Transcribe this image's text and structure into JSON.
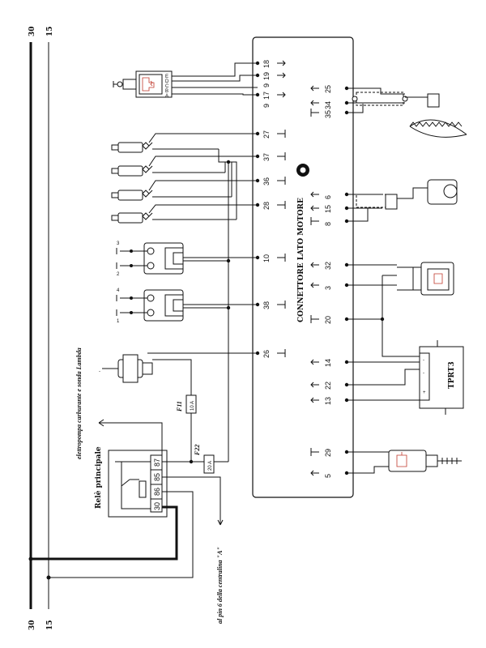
{
  "rails": {
    "top_30": "30",
    "top_15": "15",
    "bottom_30": "30",
    "bottom_15": "15"
  },
  "connector_label": "CONNETTORE LATO MOTORE",
  "ecu_pins": {
    "left": [
      "18",
      "19",
      "17",
      "27",
      "37",
      "36",
      "28",
      "10",
      "38",
      "26"
    ],
    "right": [
      "25",
      "34",
      "35",
      "6",
      "15",
      "8",
      "32",
      "3",
      "20",
      "14",
      "22",
      "13",
      "29",
      "5"
    ]
  },
  "relay": {
    "title": "Relè principale",
    "pins": [
      "87",
      "85",
      "86",
      "30"
    ]
  },
  "fuses": [
    {
      "name": "F11",
      "rating": "10 A"
    },
    {
      "name": "F22",
      "rating": "20 A"
    }
  ],
  "notes": {
    "fuel_pump": "elettropompa carburante e sonda Lambda",
    "pin6": "al pin 6 della centralina \"A\""
  },
  "ignition_module_label": "TPRT3",
  "terminal_letters": [
    "A",
    "B",
    "C",
    "D",
    "E"
  ],
  "cylinder_numbers": [
    "1",
    "2",
    "3",
    "4"
  ],
  "sign_labels": [
    "+",
    "-",
    "-",
    "+"
  ]
}
